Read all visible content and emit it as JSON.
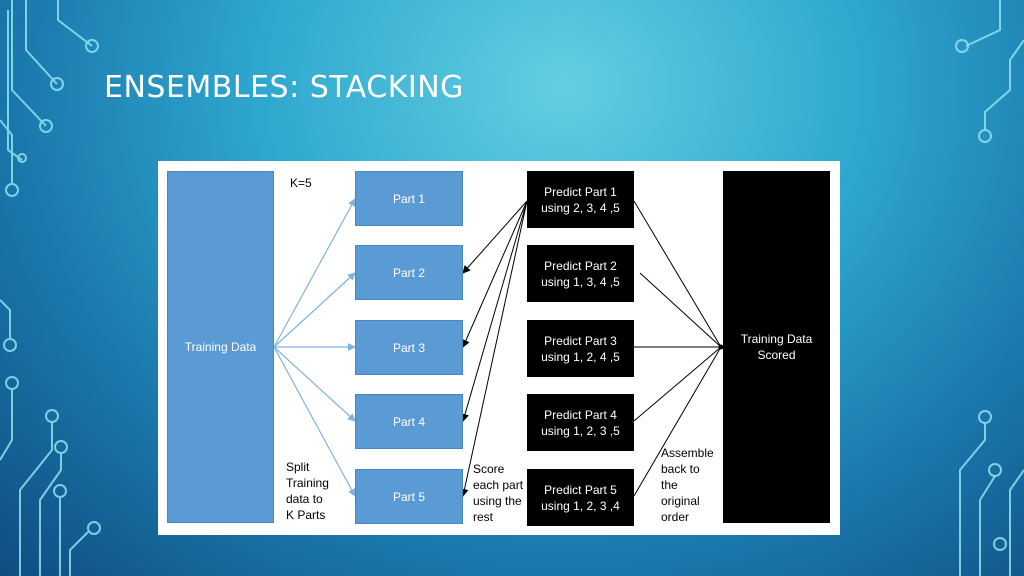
{
  "title": "ENSEMBLES: STACKING",
  "diagram": {
    "k_label": "K=5",
    "source": "Training Data",
    "parts": [
      "Part 1",
      "Part 2",
      "Part 3",
      "Part 4",
      "Part 5"
    ],
    "predictors": [
      "Predict Part 1\nusing 2, 3, 4 ,5",
      "Predict Part 2\nusing 1, 3, 4 ,5",
      "Predict Part 3\nusing 1, 2, 4 ,5",
      "Predict Part 4\nusing 1, 2, 3 ,5",
      "Predict Part 5\nusing 1, 2, 3 ,4"
    ],
    "output": "Training Data\nScored",
    "notes": {
      "split": "Split\nTraining\ndata to\nK Parts",
      "score": "Score\neach part\nusing the\nrest",
      "assemble": "Assemble\nback  to\nthe\noriginal\norder"
    },
    "colors": {
      "part_fill": "#5b9bd5",
      "predict_fill": "#000000",
      "split_arrow": "#7fb4dd"
    }
  }
}
